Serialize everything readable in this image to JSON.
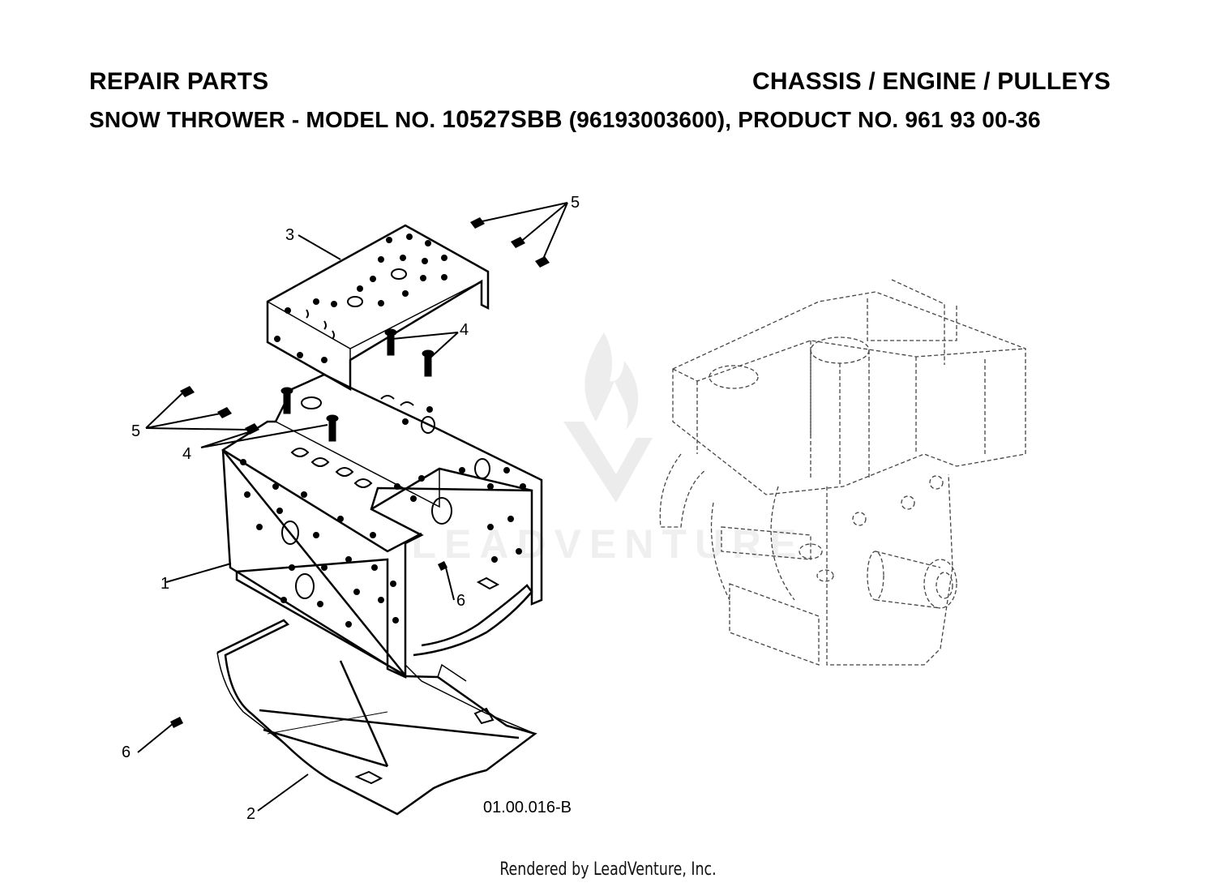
{
  "header": {
    "title_left": "REPAIR PARTS",
    "title_right": "CHASSIS / ENGINE / PULLEYS",
    "subtitle_prefix": "SNOW THROWER - MODEL NO. ",
    "model_no": "10527SBB",
    "subtitle_suffix": " (96193003600), PRODUCT NO. 961 93 00-36"
  },
  "callouts": [
    "1",
    "2",
    "3",
    "4",
    "4",
    "5",
    "5",
    "6",
    "6"
  ],
  "figure_code": "01.00.016-B",
  "watermark": "LEADVENTURE",
  "footer": "Rendered by LeadVenture, Inc."
}
